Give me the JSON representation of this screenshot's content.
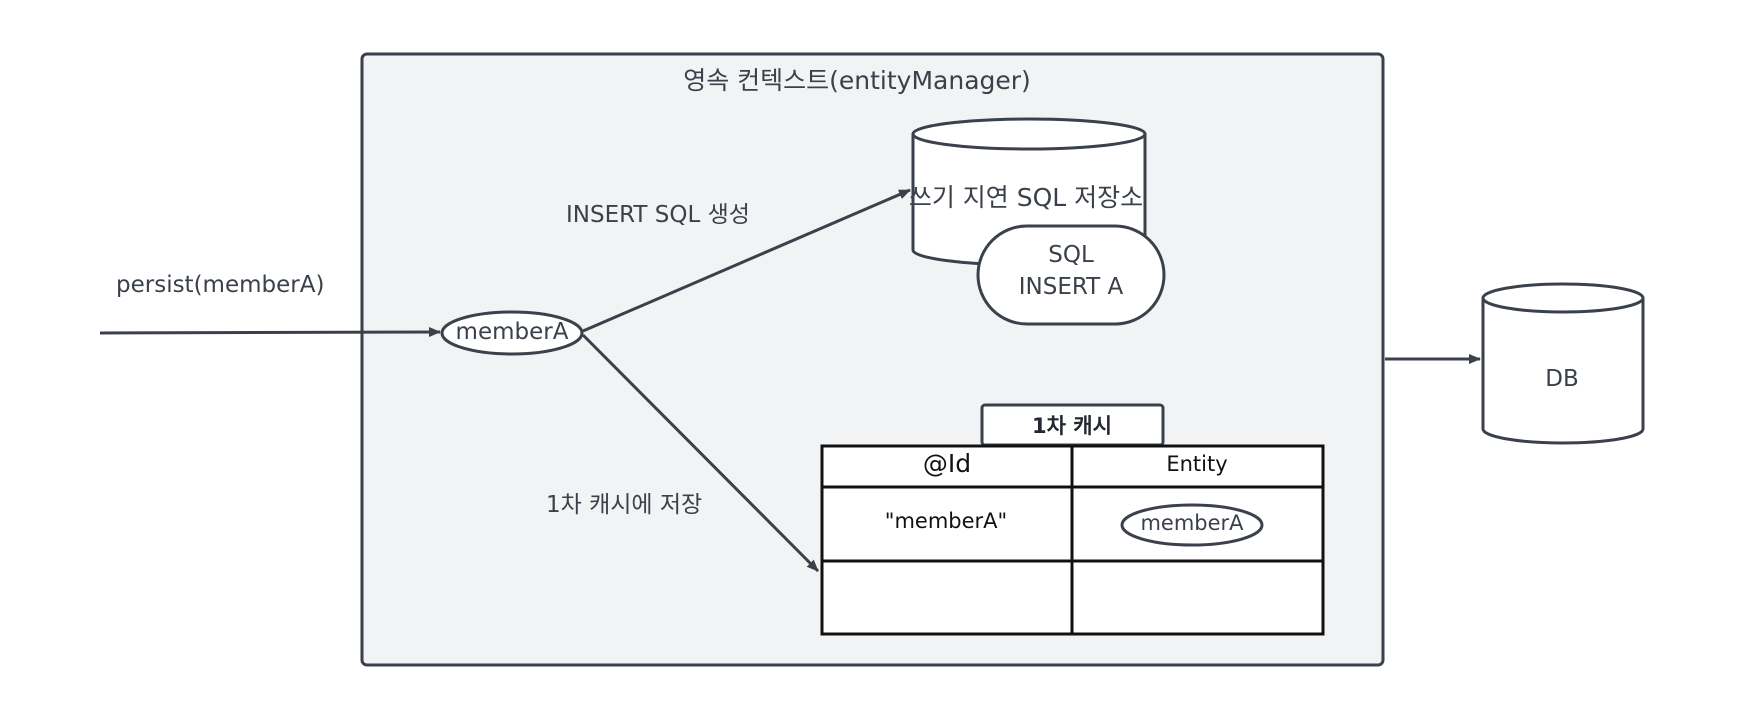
{
  "context": {
    "title": "영속 컨텍스트(entityManager)"
  },
  "call": {
    "label": "persist(memberA)"
  },
  "entity": {
    "label": "memberA"
  },
  "insert_arrow": {
    "label": "INSERT SQL 생성"
  },
  "cache_arrow": {
    "label": "1차 캐시에 저장"
  },
  "sql_store": {
    "label": "쓰기 지연 SQL 저장소",
    "sql_line1": "SQL",
    "sql_line2": "INSERT A"
  },
  "db": {
    "label": "DB"
  },
  "cache": {
    "title": "1차 캐시",
    "columns": [
      "@Id",
      "Entity"
    ],
    "rows": [
      {
        "id": "\"memberA\"",
        "entity": "memberA"
      },
      {
        "id": "",
        "entity": ""
      }
    ]
  },
  "colors": {
    "stroke": "#3a414a",
    "container_fill": "#f2f3f5",
    "white": "#ffffff",
    "table_stroke": "#111111"
  }
}
